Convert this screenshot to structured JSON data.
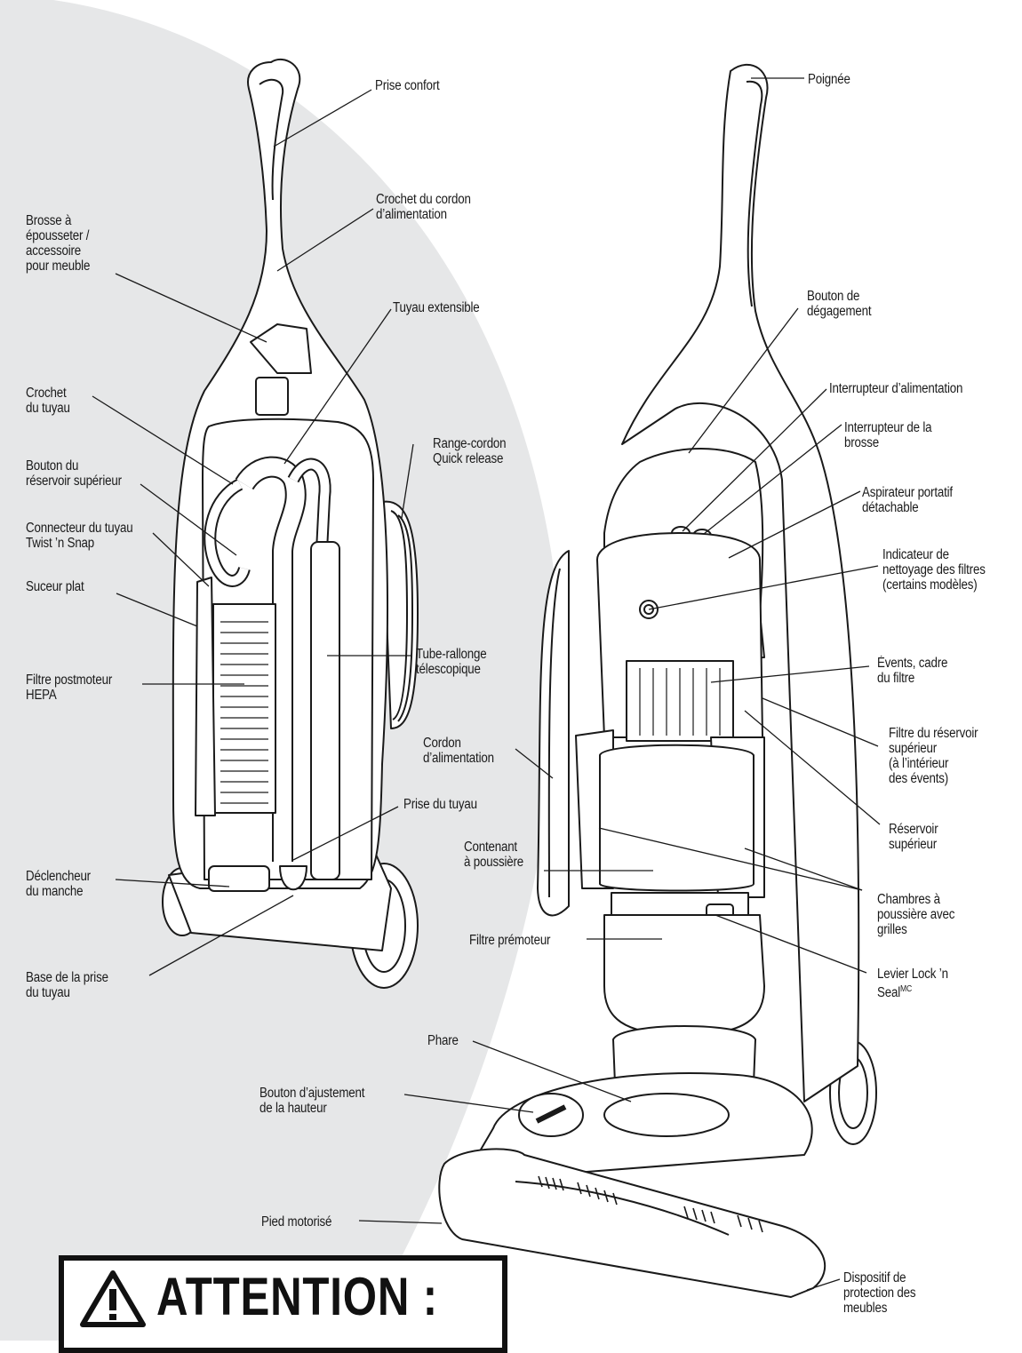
{
  "labels": {
    "prise_confort": "Prise confort",
    "crochet_cordon": "Crochet du cordon\nd’alimentation",
    "brosse": "Brosse à\népousseter /\naccessoire\npour meuble",
    "tuyau_extensible": "Tuyau extensible",
    "crochet_tuyau": "Crochet\ndu tuyau",
    "range_cordon": "Range-cordon\nQuick release",
    "bouton_reservoir": "Bouton du\nréservoir supérieur",
    "connecteur": "Connecteur du tuyau\nTwist ’n Snap",
    "suceur": "Suceur plat",
    "tube_rallonge": "Tube-rallonge\ntélescopique",
    "filtre_hepa": "Filtre postmoteur\nHEPA",
    "cordon_alim": "Cordon\nd’alimentation",
    "prise_tuyau": "Prise du tuyau",
    "declencheur": "Déclencheur\ndu manche",
    "base_prise": "Base de la prise\ndu tuyau",
    "poignee": "Poignée",
    "bouton_degagement": "Bouton de\ndégagement",
    "interrupteur_alim": "Interrupteur d’alimentation",
    "interrupteur_brosse": "Interrupteur de la\nbrosse",
    "aspirateur_portatif": "Aspirateur portatif\ndétachable",
    "indicateur": "Indicateur de\nnettoyage des filtres\n(certains modèles)",
    "events": "Évents, cadre\ndu filtre",
    "filtre_reservoir": "Filtre du réservoir\nsupérieur\n(à l’intérieur\ndes évents)",
    "reservoir_sup": "Réservoir\nsupérieur",
    "contenant": "Contenant\nà poussière",
    "chambres": "Chambres à\npoussière avec\ngrilles",
    "filtre_premoteur": "Filtre prémoteur",
    "levier": "Levier Lock ’n\nSeal",
    "levier_sup": "MC",
    "phare": "Phare",
    "bouton_hauteur": "Bouton d’ajustement\nde la hauteur",
    "pied": "Pied motorisé",
    "dispositif": "Dispositif de\nprotection des\nmeubles"
  },
  "warning": {
    "title": "ATTENTION :",
    "icon": "warning-triangle-icon"
  },
  "colors": {
    "background_shape": "#e6e7e8",
    "line": "#1a1a1a",
    "fill": "#ffffff"
  }
}
